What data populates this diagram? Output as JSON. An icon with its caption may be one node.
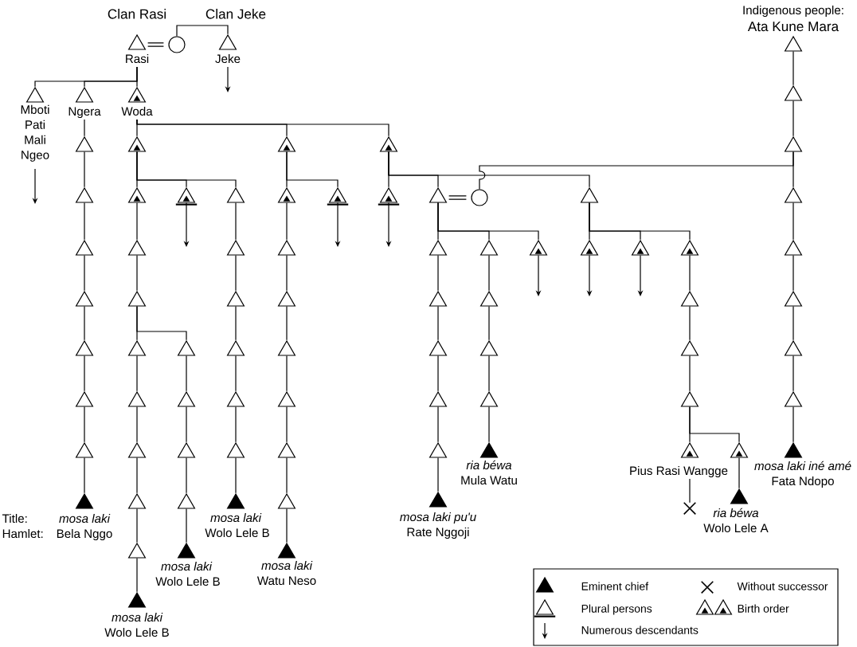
{
  "diagram": {
    "nodes": [
      {
        "text": [
          "Rasi"
        ]
      },
      {
        "text": [],
        "shape": "circle"
      },
      {
        "text": [
          "Jeke"
        ]
      },
      {
        "text": [
          "Indigenous people:",
          "Ata Kune Mara"
        ]
      },
      {
        "text": [
          "Mboti Pati Mali Ngeo"
        ]
      },
      {
        "text": [
          "Ngera"
        ]
      },
      {
        "text": [
          "Woda"
        ]
      },
      {
        "text": [],
        "shape": "triangle"
      },
      {
        "text": [],
        "shape": "triangle"
      },
      {
        "text": [],
        "shape": "triangle"
      },
      {
        "text": [],
        "shape": "triangle"
      },
      {
        "text": [],
        "shape": "triangle"
      },
      {
        "text": [],
        "shape": "triangle"
      },
      {
        "text": [],
        "shape": "triangle"
      },
      {
        "text": [],
        "shape": "triangle"
      },
      {
        "text": [],
        "shape": "triangle"
      },
      {
        "text": [],
        "shape": "triangle"
      },
      {
        "text": [],
        "shape": "triangle"
      },
      {
        "text": [],
        "shape": "triangle"
      },
      {
        "text": [],
        "shape": "triangle"
      },
      {
        "text": [],
        "shape": "triangle"
      },
      {
        "text": [],
        "shape": "circle"
      },
      {
        "text": [],
        "shape": "triangle"
      },
      {
        "text": [],
        "shape": "triangle"
      },
      {
        "text": [],
        "shape": "triangle"
      },
      {
        "text": [],
        "shape": "triangle"
      },
      {
        "text": [],
        "shape": "triangle"
      },
      {
        "text": [],
        "shape": "triangle"
      },
      {
        "text": [],
        "shape": "triangle"
      },
      {
        "text": [],
        "shape": "triangle"
      },
      {
        "text": [],
        "shape": "triangle"
      },
      {
        "text": [],
        "shape": "triangle"
      },
      {
        "text": [],
        "shape": "triangle"
      },
      {
        "text": [],
        "shape": "triangle"
      },
      {
        "text": [],
        "shape": "triangle"
      },
      {
        "text": [],
        "shape": "triangle"
      },
      {
        "text": [],
        "shape": "triangle"
      },
      {
        "text": [],
        "shape": "triangle"
      },
      {
        "text": [],
        "shape": "triangle"
      },
      {
        "text": [],
        "shape": "triangle"
      },
      {
        "text": [],
        "shape": "triangle"
      },
      {
        "text": [],
        "shape": "triangle"
      },
      {
        "text": [],
        "shape": "triangle"
      },
      {
        "text": [],
        "shape": "triangle"
      },
      {
        "text": [],
        "shape": "triangle"
      },
      {
        "text": [],
        "shape": "triangle"
      },
      {
        "text": [],
        "shape": "triangle"
      },
      {
        "text": [],
        "shape": "triangle"
      },
      {
        "text": [],
        "shape": "triangle"
      },
      {
        "text": [],
        "shape": "triangle"
      },
      {
        "text": [],
        "shape": "triangle"
      },
      {
        "text": [],
        "shape": "triangle"
      },
      {
        "text": [],
        "shape": "triangle"
      },
      {
        "text": [],
        "shape": "triangle"
      },
      {
        "text": [],
        "shape": "triangle"
      },
      {
        "text": [],
        "shape": "triangle"
      },
      {
        "text": [],
        "shape": "triangle"
      },
      {
        "text": [],
        "shape": "triangle"
      },
      {
        "text": [],
        "shape": "triangle"
      },
      {
        "text": [],
        "shape": "triangle"
      },
      {
        "text": [],
        "shape": "triangle"
      },
      {
        "text": [],
        "shape": "triangle"
      },
      {
        "text": [],
        "shape": "triangle"
      },
      {
        "text": [],
        "shape": "triangle"
      },
      {
        "text": [],
        "shape": "triangle"
      },
      {
        "text": [],
        "shape": "triangle"
      },
      {
        "text": [],
        "shape": "triangle"
      },
      {
        "text": [
          "ria béwa",
          "Mula Watu"
        ]
      },
      {
        "text": [
          "Pius Rasi Wangge"
        ]
      },
      {
        "text": [],
        "shape": "triangle"
      },
      {
        "text": [
          "mosa laki iné amé",
          "Fata Ndopo"
        ]
      },
      {
        "text": [
          "mosa laki",
          "Bela Nggo"
        ]
      },
      {
        "text": [],
        "shape": "triangle"
      },
      {
        "text": [],
        "shape": "triangle"
      },
      {
        "text": [
          "mosa laki",
          "Wolo Lele B"
        ]
      },
      {
        "text": [],
        "shape": "triangle"
      },
      {
        "text": [
          "mosa laki pu'u",
          "Rate Nggoji"
        ]
      },
      {
        "text": [],
        "shape": "cross"
      },
      {
        "text": [
          "ria béwa",
          "Wolo Lele A"
        ]
      },
      {
        "text": [],
        "shape": "triangle"
      },
      {
        "text": [
          "mosa laki",
          "Wolo Lele B"
        ]
      },
      {
        "text": [
          "mosa laki",
          "Watu Neso"
        ]
      },
      {
        "text": [
          "mosa laki",
          "Wolo Lele B"
        ]
      }
    ],
    "edges": [
      {
        "from": 0,
        "to": 1,
        "arrow": "none"
      },
      {
        "from": 1,
        "to": 2,
        "arrow": "none"
      },
      {
        "from": 2,
        "to": null,
        "arrow": "to"
      },
      {
        "from": 0,
        "to": 4,
        "arrow": "none"
      },
      {
        "from": 0,
        "to": 5,
        "arrow": "none"
      },
      {
        "from": 0,
        "to": 6,
        "arrow": "none"
      },
      {
        "from": 4,
        "to": null,
        "arrow": "to"
      },
      {
        "from": 3,
        "to": 7,
        "arrow": "none"
      },
      {
        "from": 5,
        "to": 8,
        "arrow": "none"
      },
      {
        "from": 6,
        "to": 9,
        "arrow": "none"
      },
      {
        "from": 6,
        "to": 10,
        "arrow": "none"
      },
      {
        "from": 6,
        "to": 11,
        "arrow": "none"
      },
      {
        "from": 7,
        "to": 12,
        "arrow": "none"
      },
      {
        "from": 8,
        "to": 13,
        "arrow": "none"
      },
      {
        "from": 9,
        "to": 14,
        "arrow": "none"
      },
      {
        "from": 9,
        "to": 15,
        "arrow": "none"
      },
      {
        "from": 9,
        "to": 16,
        "arrow": "none"
      },
      {
        "from": 10,
        "to": 17,
        "arrow": "none"
      },
      {
        "from": 10,
        "to": 18,
        "arrow": "none"
      },
      {
        "from": 11,
        "to": 19,
        "arrow": "none"
      },
      {
        "from": 11,
        "to": 20,
        "arrow": "none"
      },
      {
        "from": 11,
        "to": 22,
        "arrow": "none"
      },
      {
        "from": 20,
        "to": 21,
        "arrow": "none"
      },
      {
        "from": 12,
        "to": 23,
        "arrow": "none"
      },
      {
        "from": 12,
        "to": 21,
        "arrow": "none"
      },
      {
        "from": 15,
        "to": null,
        "arrow": "to"
      },
      {
        "from": 18,
        "to": null,
        "arrow": "to"
      },
      {
        "from": 19,
        "to": null,
        "arrow": "to"
      },
      {
        "from": 13,
        "to": 24,
        "arrow": "none"
      },
      {
        "from": 14,
        "to": 25,
        "arrow": "none"
      },
      {
        "from": 16,
        "to": 26,
        "arrow": "none"
      },
      {
        "from": 17,
        "to": 27,
        "arrow": "none"
      },
      {
        "from": 20,
        "to": 28,
        "arrow": "none"
      },
      {
        "from": 20,
        "to": 29,
        "arrow": "none"
      },
      {
        "from": 20,
        "to": 30,
        "arrow": "none"
      },
      {
        "from": 22,
        "to": 31,
        "arrow": "none"
      },
      {
        "from": 22,
        "to": 32,
        "arrow": "none"
      },
      {
        "from": 22,
        "to": 33,
        "arrow": "none"
      },
      {
        "from": 23,
        "to": 34,
        "arrow": "none"
      },
      {
        "from": 30,
        "to": null,
        "arrow": "to"
      },
      {
        "from": 31,
        "to": null,
        "arrow": "to"
      },
      {
        "from": 32,
        "to": null,
        "arrow": "to"
      },
      {
        "from": 24,
        "to": 35,
        "arrow": "none"
      },
      {
        "from": 25,
        "to": 36,
        "arrow": "none"
      },
      {
        "from": 26,
        "to": 37,
        "arrow": "none"
      },
      {
        "from": 27,
        "to": 38,
        "arrow": "none"
      },
      {
        "from": 28,
        "to": 39,
        "arrow": "none"
      },
      {
        "from": 29,
        "to": 40,
        "arrow": "none"
      },
      {
        "from": 33,
        "to": 41,
        "arrow": "none"
      },
      {
        "from": 34,
        "to": 42,
        "arrow": "none"
      },
      {
        "from": 35,
        "to": 43,
        "arrow": "none"
      },
      {
        "from": 36,
        "to": 44,
        "arrow": "none"
      },
      {
        "from": 36,
        "to": 45,
        "arrow": "none"
      },
      {
        "from": 37,
        "to": 46,
        "arrow": "none"
      },
      {
        "from": 38,
        "to": 47,
        "arrow": "none"
      },
      {
        "from": 39,
        "to": 48,
        "arrow": "none"
      },
      {
        "from": 40,
        "to": 49,
        "arrow": "none"
      },
      {
        "from": 41,
        "to": 50,
        "arrow": "none"
      },
      {
        "from": 42,
        "to": 51,
        "arrow": "none"
      },
      {
        "from": 43,
        "to": 52,
        "arrow": "none"
      },
      {
        "from": 44,
        "to": 53,
        "arrow": "none"
      },
      {
        "from": 45,
        "to": 54,
        "arrow": "none"
      },
      {
        "from": 46,
        "to": 55,
        "arrow": "none"
      },
      {
        "from": 47,
        "to": 56,
        "arrow": "none"
      },
      {
        "from": 48,
        "to": 57,
        "arrow": "none"
      },
      {
        "from": 49,
        "to": 58,
        "arrow": "none"
      },
      {
        "from": 50,
        "to": 59,
        "arrow": "none"
      },
      {
        "from": 51,
        "to": 60,
        "arrow": "none"
      },
      {
        "from": 52,
        "to": 61,
        "arrow": "none"
      },
      {
        "from": 53,
        "to": 62,
        "arrow": "none"
      },
      {
        "from": 54,
        "to": 63,
        "arrow": "none"
      },
      {
        "from": 55,
        "to": 64,
        "arrow": "none"
      },
      {
        "from": 56,
        "to": 65,
        "arrow": "none"
      },
      {
        "from": 57,
        "to": 66,
        "arrow": "none"
      },
      {
        "from": 58,
        "to": 67,
        "arrow": "none"
      },
      {
        "from": 59,
        "to": 68,
        "arrow": "none"
      },
      {
        "from": 59,
        "to": 69,
        "arrow": "none"
      },
      {
        "from": 60,
        "to": 70,
        "arrow": "none"
      },
      {
        "from": 61,
        "to": 71,
        "arrow": "none"
      },
      {
        "from": 62,
        "to": 72,
        "arrow": "none"
      },
      {
        "from": 63,
        "to": 73,
        "arrow": "none"
      },
      {
        "from": 64,
        "to": 74,
        "arrow": "none"
      },
      {
        "from": 65,
        "to": 75,
        "arrow": "none"
      },
      {
        "from": 66,
        "to": 76,
        "arrow": "none"
      },
      {
        "from": 68,
        "to": 77,
        "arrow": "none"
      },
      {
        "from": 69,
        "to": 78,
        "arrow": "none"
      },
      {
        "from": 72,
        "to": 79,
        "arrow": "none"
      },
      {
        "from": 73,
        "to": 80,
        "arrow": "none"
      },
      {
        "from": 75,
        "to": 81,
        "arrow": "none"
      },
      {
        "from": 79,
        "to": 82,
        "arrow": "none"
      }
    ],
    "labels": [
      "Clan Rasi",
      "Clan Jeke",
      "Title:",
      "Hamlet:"
    ],
    "legend": [
      {
        "text": "Eminent chief"
      },
      {
        "text": "Without successor"
      },
      {
        "text": "Plural persons"
      },
      {
        "text": "Birth order"
      },
      {
        "text": "Numerous descendants"
      }
    ]
  }
}
